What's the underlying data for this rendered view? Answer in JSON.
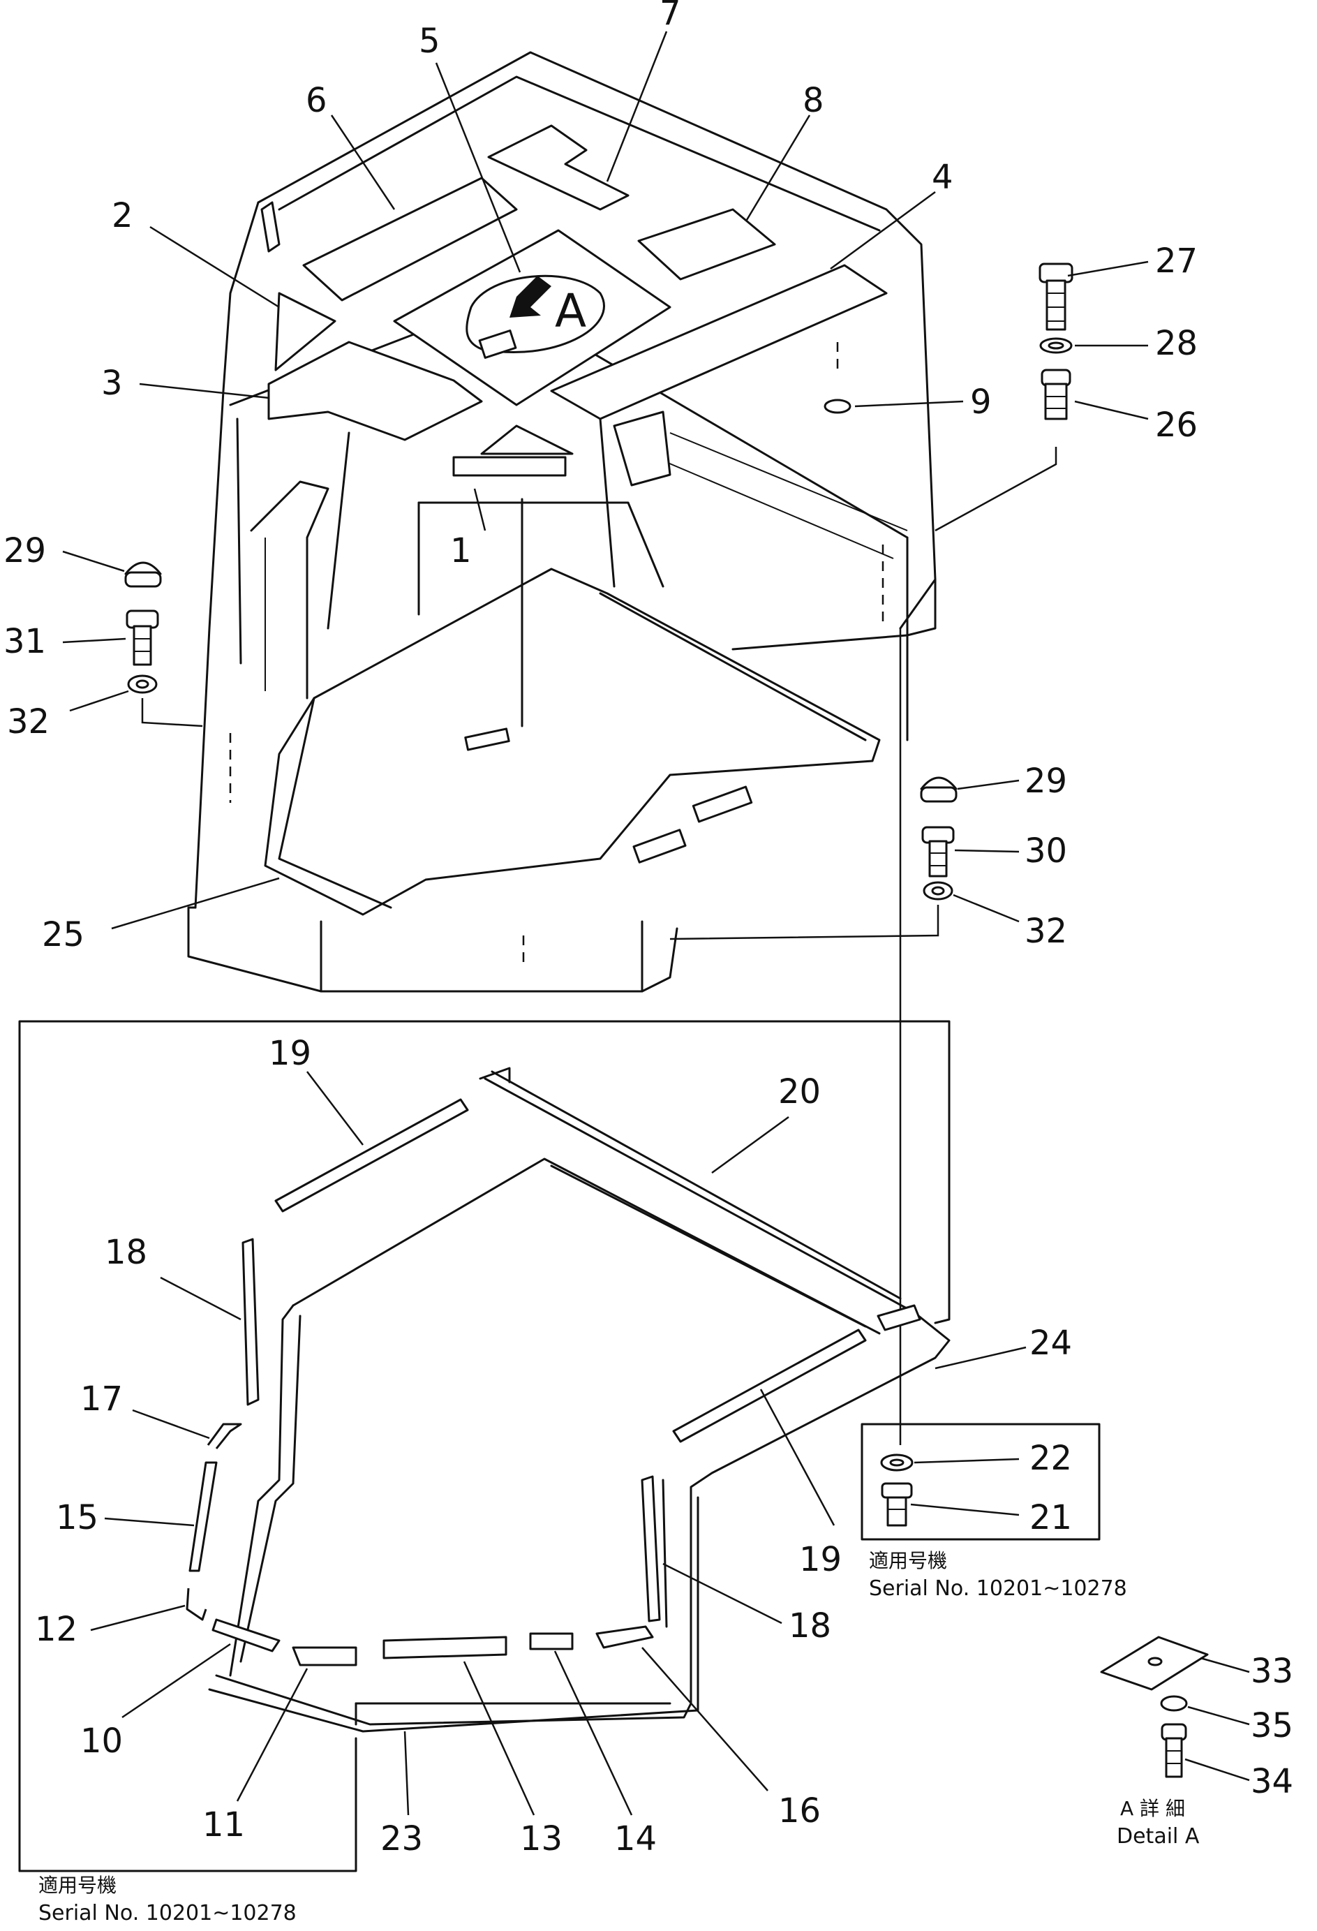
{
  "labels": [
    {
      "id": "1",
      "text": "1"
    },
    {
      "id": "2",
      "text": "2"
    },
    {
      "id": "3",
      "text": "3"
    },
    {
      "id": "4",
      "text": "4"
    },
    {
      "id": "5",
      "text": "5"
    },
    {
      "id": "6",
      "text": "6"
    },
    {
      "id": "7",
      "text": "7"
    },
    {
      "id": "8",
      "text": "8"
    },
    {
      "id": "9",
      "text": "9"
    },
    {
      "id": "10",
      "text": "10"
    },
    {
      "id": "11",
      "text": "11"
    },
    {
      "id": "12",
      "text": "12"
    },
    {
      "id": "13",
      "text": "13"
    },
    {
      "id": "14",
      "text": "14"
    },
    {
      "id": "15",
      "text": "15"
    },
    {
      "id": "16",
      "text": "16"
    },
    {
      "id": "17",
      "text": "17"
    },
    {
      "id": "18a",
      "text": "18"
    },
    {
      "id": "18b",
      "text": "18"
    },
    {
      "id": "19a",
      "text": "19"
    },
    {
      "id": "19b",
      "text": "19"
    },
    {
      "id": "20",
      "text": "20"
    },
    {
      "id": "21",
      "text": "21"
    },
    {
      "id": "22",
      "text": "22"
    },
    {
      "id": "23",
      "text": "23"
    },
    {
      "id": "24",
      "text": "24"
    },
    {
      "id": "25",
      "text": "25"
    },
    {
      "id": "26",
      "text": "26"
    },
    {
      "id": "27",
      "text": "27"
    },
    {
      "id": "28",
      "text": "28"
    },
    {
      "id": "29a",
      "text": "29"
    },
    {
      "id": "29b",
      "text": "29"
    },
    {
      "id": "30",
      "text": "30"
    },
    {
      "id": "31",
      "text": "31"
    },
    {
      "id": "32a",
      "text": "32"
    },
    {
      "id": "32b",
      "text": "32"
    },
    {
      "id": "33",
      "text": "33"
    },
    {
      "id": "34",
      "text": "34"
    },
    {
      "id": "35",
      "text": "35"
    }
  ],
  "detail_marker": "A",
  "notes": {
    "applicable_jp_bottom": "適用号機",
    "serial_bottom": "Serial No. 10201~10278",
    "applicable_jp_right": "適用号機",
    "serial_right": "Serial No. 10201~10278",
    "detail_jp": "A 詳 細",
    "detail_en": "Detail A"
  }
}
